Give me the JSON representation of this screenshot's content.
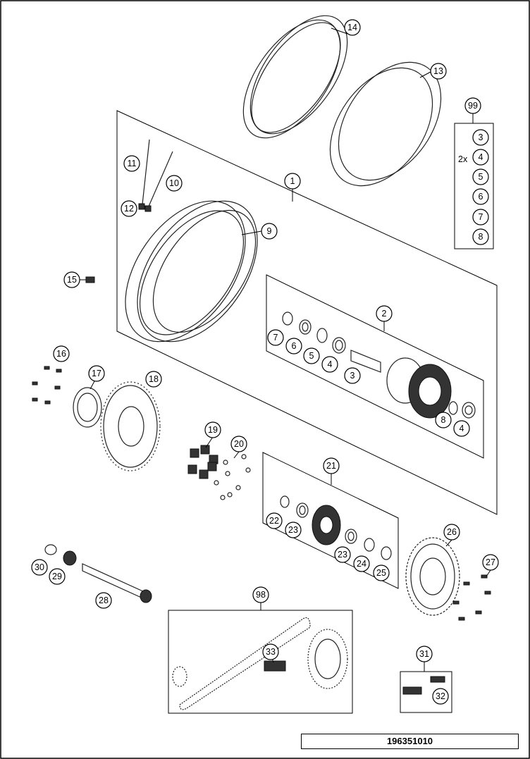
{
  "drawing": {
    "number": "196351010"
  },
  "callouts": {
    "c1": "1",
    "c2": "2",
    "c3": "3",
    "c4": "4",
    "c5": "5",
    "c6": "6",
    "c7": "7",
    "c8": "8",
    "c9": "9",
    "c10": "10",
    "c11": "11",
    "c12": "12",
    "c13": "13",
    "c14": "14",
    "c15": "15",
    "c16": "16",
    "c17": "17",
    "c18": "18",
    "c19": "19",
    "c20": "20",
    "c21": "21",
    "c22": "22",
    "c23": "23",
    "c24": "24",
    "c25": "25",
    "c26": "26",
    "c27": "27",
    "c28": "28",
    "c29": "29",
    "c30": "30",
    "c31": "31",
    "c32": "32",
    "c33": "33",
    "c98": "98",
    "c99": "99"
  },
  "kit99": {
    "qty_label": "2x",
    "items": [
      "3",
      "4",
      "5",
      "6",
      "7",
      "8"
    ]
  },
  "hub_group": {
    "items": [
      "7",
      "6",
      "5",
      "4",
      "3",
      "8",
      "4"
    ]
  },
  "carrier_group": {
    "items": [
      "22",
      "23",
      "23",
      "24",
      "25"
    ]
  }
}
